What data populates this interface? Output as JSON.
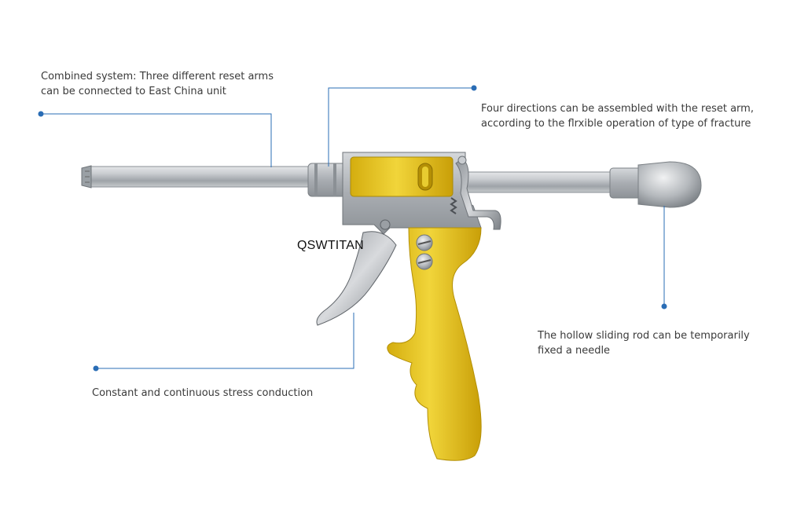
{
  "brand": "QSWTITAN",
  "callouts": {
    "combined_system": {
      "line1": "Combined system: Three different reset arms",
      "line2": "can be connected to East China unit"
    },
    "four_directions": {
      "line1": "Four directions can be assembled with the reset arm,",
      "line2": "according to the flrxible operation of type of fracture"
    },
    "hollow_rod": {
      "line1": "The hollow sliding rod can be temporarily",
      "line2": "fixed a needle"
    },
    "stress": {
      "line1": "Constant and continuous stress conduction"
    }
  },
  "colors": {
    "callout_line": "#2a6db5",
    "handle": "#e6c21c",
    "steel": "#b8bcc0"
  }
}
